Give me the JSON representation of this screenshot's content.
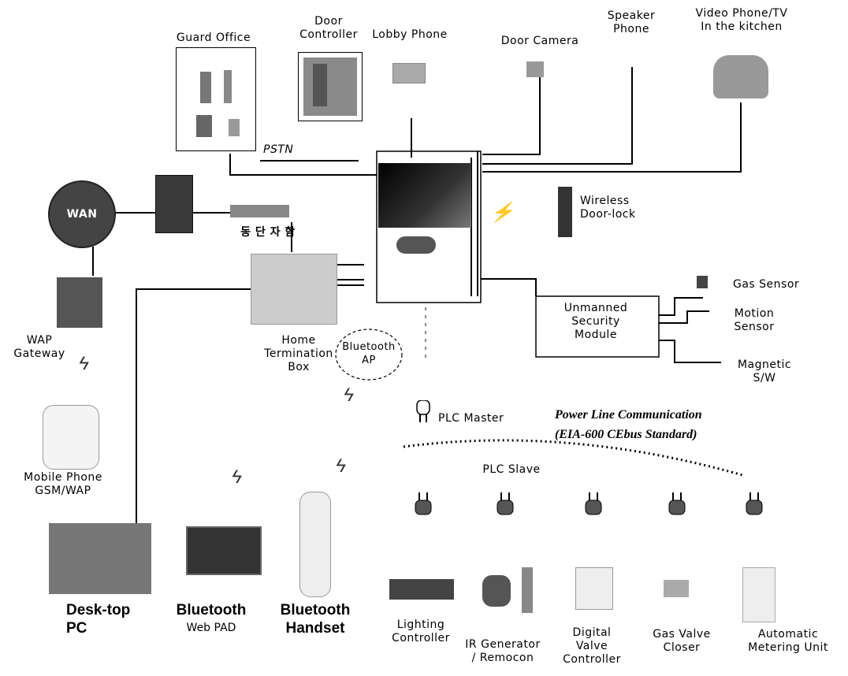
{
  "nodes": {
    "guard_office": "Guard Office",
    "door_controller": "Door\nController",
    "lobby_phone": "Lobby Phone",
    "door_camera": "Door Camera",
    "speaker_phone": "Speaker\nPhone",
    "video_phone": "Video Phone/TV\nIn the kitchen",
    "pstn": "PSTN",
    "wan": "WAN",
    "korean_label": "동 단 자 함",
    "wireless_doorlock": "Wireless\nDoor-lock",
    "gas_sensor": "Gas Sensor",
    "unmanned_security": "Unmanned\nSecurity\nModule",
    "motion_sensor": "Motion\nSensor",
    "magnetic_sw": "Magnetic\nS/W",
    "wap_gateway": "WAP\nGateway",
    "home_termination": "Home\nTermination\nBox",
    "bluetooth_ap": "Bluetooth\nAP",
    "plc_master": "PLC Master",
    "plc_title": "Power Line Communication",
    "plc_standard": "(EIA-600 CEbus Standard)",
    "plc_slave": "PLC Slave",
    "mobile_phone": "Mobile Phone\nGSM/WAP",
    "desktop_pc": "Desk-top\nPC",
    "bluetooth_1": "Bluetooth",
    "web_pad": "Web PAD",
    "bluetooth_handset": "Bluetooth\nHandset",
    "lighting_controller": "Lighting\nController",
    "ir_generator": "IR Generator\n/ Remocon",
    "digital_valve": "Digital\nValve\nController",
    "gas_valve": "Gas Valve\nCloser",
    "metering_unit": "Automatic\nMetering Unit"
  },
  "icons": [
    "plug-icon",
    "lightning-icon",
    "globe-icon",
    "server-icon"
  ],
  "colors": {
    "line": "#000000",
    "device_gray": "#777777",
    "wan": "#3c3c3c"
  }
}
